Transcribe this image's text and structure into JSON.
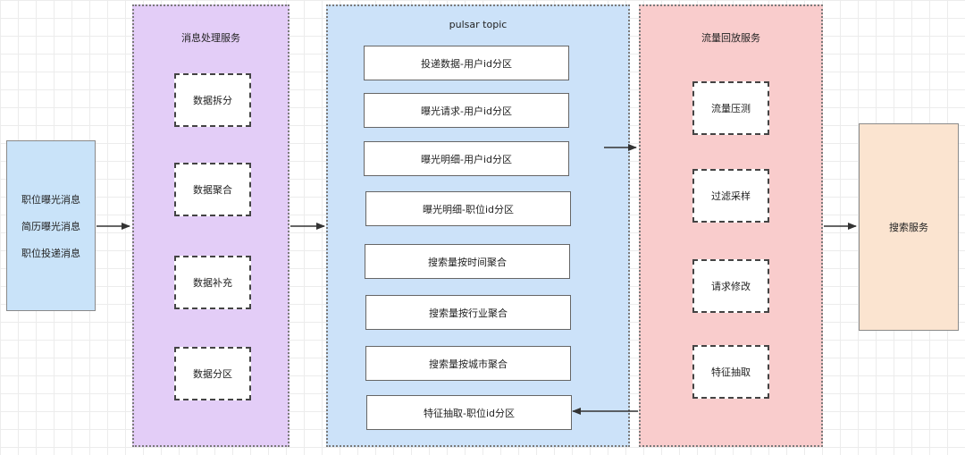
{
  "source": {
    "lines": [
      "职位曝光消息",
      "简历曝光消息",
      "职位投递消息"
    ]
  },
  "processing": {
    "title": "消息处理服务",
    "items": [
      "数据拆分",
      "数据聚合",
      "数据补充",
      "数据分区"
    ]
  },
  "topic": {
    "title": "pulsar topic",
    "items": [
      "投递数据-用户id分区",
      "曝光请求-用户id分区",
      "曝光明细-用户id分区",
      "曝光明细-职位id分区",
      "搜索量按时间聚合",
      "搜索量按行业聚合",
      "搜索量按城市聚合",
      "特征抽取-职位id分区"
    ]
  },
  "replay": {
    "title": "流量回放服务",
    "items": [
      "流量压测",
      "过滤采样",
      "请求修改",
      "特征抽取"
    ]
  },
  "search": {
    "label": "搜索服务"
  },
  "colors": {
    "source_fill": "#c9e3f9",
    "processing_fill": "#e3cdf7",
    "topic_fill": "#cce2f9",
    "replay_fill": "#f9cccc",
    "search_fill": "#fbe4d0"
  }
}
